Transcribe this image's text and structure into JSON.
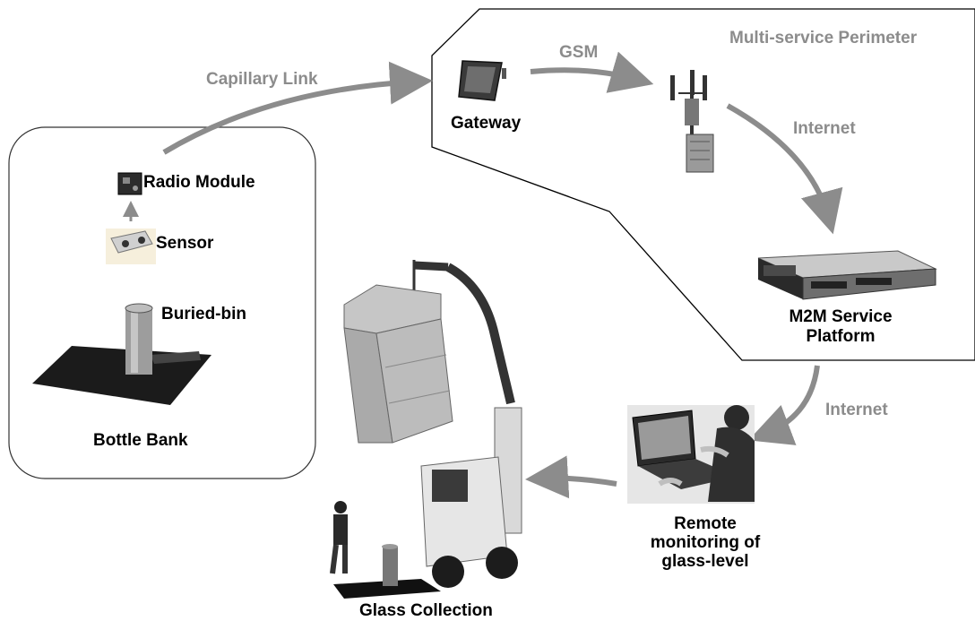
{
  "labels": {
    "multi_service_perimeter": "Multi-service Perimeter",
    "capillary_link": "Capillary Link",
    "gsm": "GSM",
    "gateway": "Gateway",
    "internet_top": "Internet",
    "internet_bottom": "Internet",
    "radio_module": "Radio Module",
    "sensor": "Sensor",
    "buried_bin": "Buried-bin",
    "bottle_bank": "Bottle Bank",
    "m2m_line1": "M2M Service",
    "m2m_line2": "Platform",
    "remote_line1": "Remote",
    "remote_line2": "monitoring of",
    "remote_line3": "glass-level",
    "glass_collection": "Glass Collection"
  },
  "icons": [
    "gateway-icon",
    "cell-tower-icon",
    "server-icon",
    "radio-module-icon",
    "sensor-icon",
    "buried-bin-icon",
    "laptop-user-icon",
    "crane-truck-icon",
    "worker-icon",
    "collection-bin-icon"
  ],
  "colors": {
    "arrow": "#8c8c8c",
    "label_gray": "#8c8c8c",
    "label_black": "#000000",
    "border": "#000000"
  }
}
